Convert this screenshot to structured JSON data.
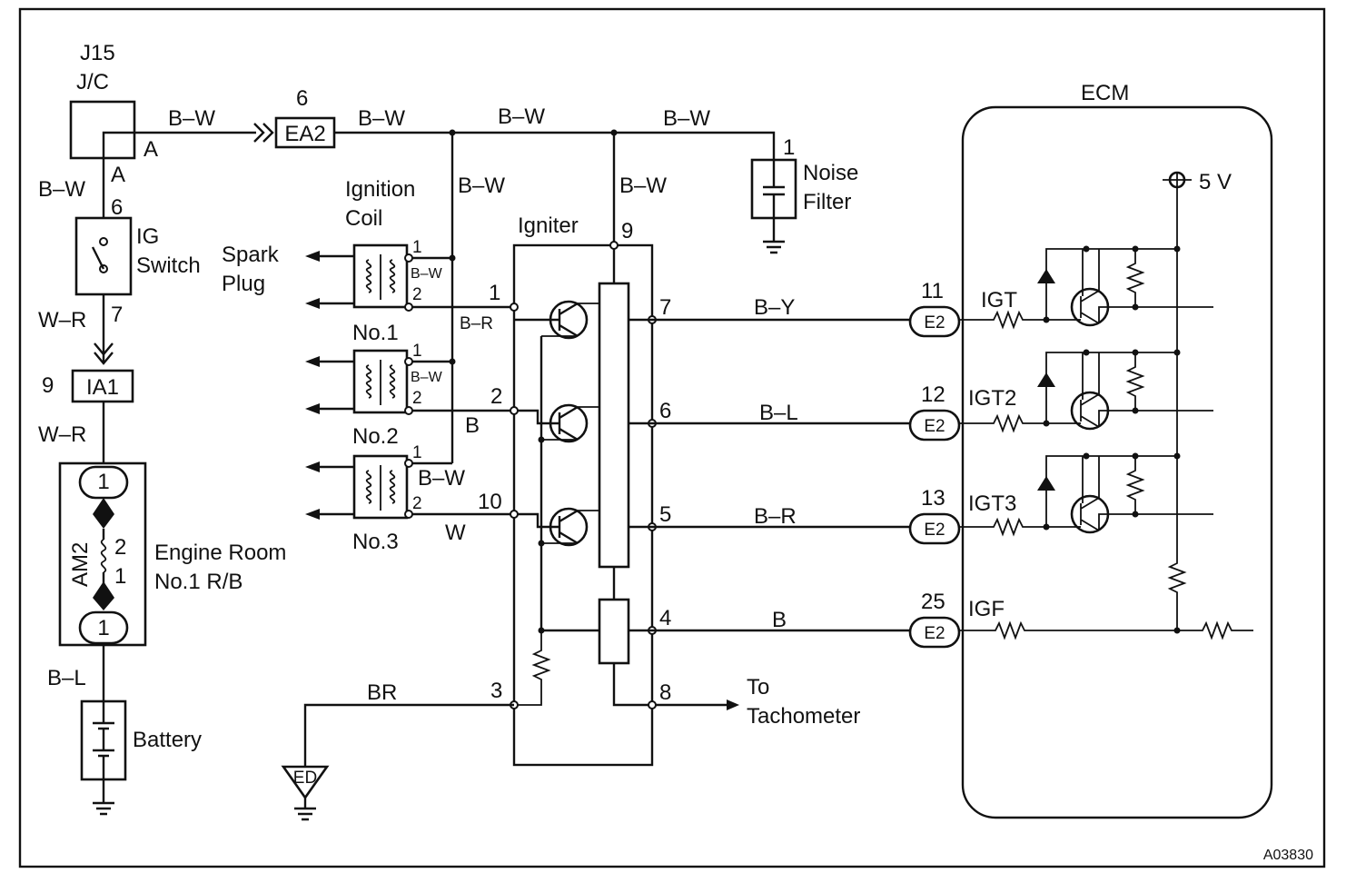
{
  "labels": {
    "jc_id": "J15",
    "jc_name": "J/C",
    "jc_pin_a_top": "A",
    "jc_pin_a_bottom": "A",
    "ecm": "ECM",
    "ea2": "EA2",
    "ea2_pin": "6",
    "ia1": "IA1",
    "ia1_pin": "9",
    "ig_switch_pin_top": "6",
    "ig_switch_pin_bottom": "7",
    "ig_switch_line1": "IG",
    "ig_switch_line2": "Switch",
    "ignition_coil_line1": "Ignition",
    "ignition_coil_line2": "Coil",
    "spark_plug_line1": "Spark",
    "spark_plug_line2": "Plug",
    "coil1": "No.1",
    "coil2": "No.2",
    "coil3": "No.3",
    "coil_pin1": "1",
    "coil_pin2": "2",
    "noise_filter_pin": "1",
    "noise_filter_line1": "Noise",
    "noise_filter_line2": "Filter",
    "igniter": "Igniter",
    "igniter_pin_top": "9",
    "igniter_pin_in1": "1",
    "igniter_pin_in2": "2",
    "igniter_pin_in3": "10",
    "igniter_pin_gnd": "3",
    "igniter_pin_out7": "7",
    "igniter_pin_out6": "6",
    "igniter_pin_out5": "5",
    "igniter_pin_out4": "4",
    "igniter_pin_out8": "8",
    "to_tach_line1": "To",
    "to_tach_line2": "Tachometer",
    "ecm_pin_igt": "11",
    "ecm_pin_igt2": "12",
    "ecm_pin_igt3": "13",
    "ecm_pin_igf": "25",
    "ecm_connector": "E2",
    "igt": "IGT",
    "igt2": "IGT2",
    "igt3": "IGT3",
    "igf": "IGF",
    "vref": "5 V",
    "fuse_name": "AM2",
    "fuse_pin_top": "2",
    "fuse_pin_bottom": "1",
    "rb_pin": "1",
    "rb_line1": "Engine Room",
    "rb_line2": "No.1 R/B",
    "battery": "Battery",
    "ground_ed": "ED",
    "figure_id": "A03830"
  },
  "wires": {
    "bw": "B–W",
    "wr": "W–R",
    "bl": "B–L",
    "br": "B–R",
    "b": "B",
    "w": "W",
    "by": "B–Y",
    "brown": "BR"
  }
}
